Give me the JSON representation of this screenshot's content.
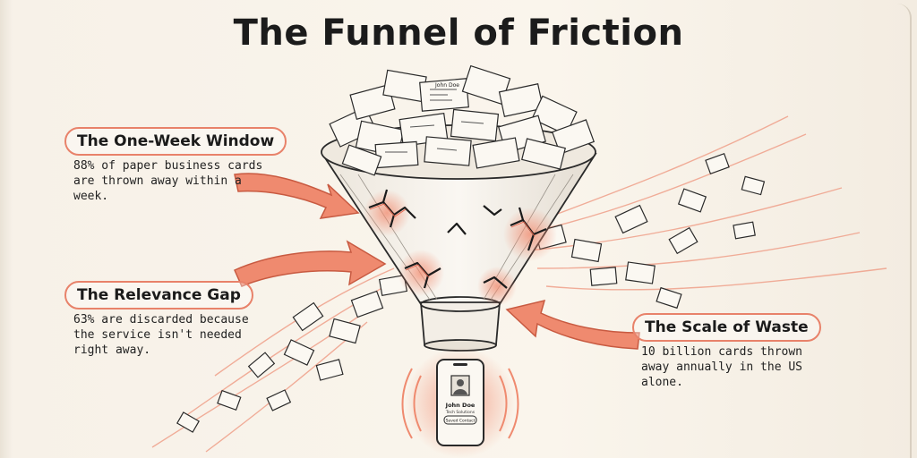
{
  "title": "The Funnel of Friction",
  "callouts": [
    {
      "title": "The One-Week Window",
      "text": "88% of paper business cards are thrown away within a week."
    },
    {
      "title": "The Relevance Gap",
      "text": "63% are discarded because the service isn't needed right away."
    },
    {
      "title": "The Scale of Waste",
      "text": "10 billion cards thrown away annually in the US alone."
    }
  ],
  "phone": {
    "name": "John Doe",
    "company": "Tech Solutions",
    "button": "Saved Contact",
    "avatar_icon": "person-icon"
  },
  "cards_in_funnel": {
    "name": "John Doe"
  },
  "colors": {
    "accent": "#e8826a",
    "ink": "#1f1f1f",
    "paper": "#f7f1e8"
  }
}
